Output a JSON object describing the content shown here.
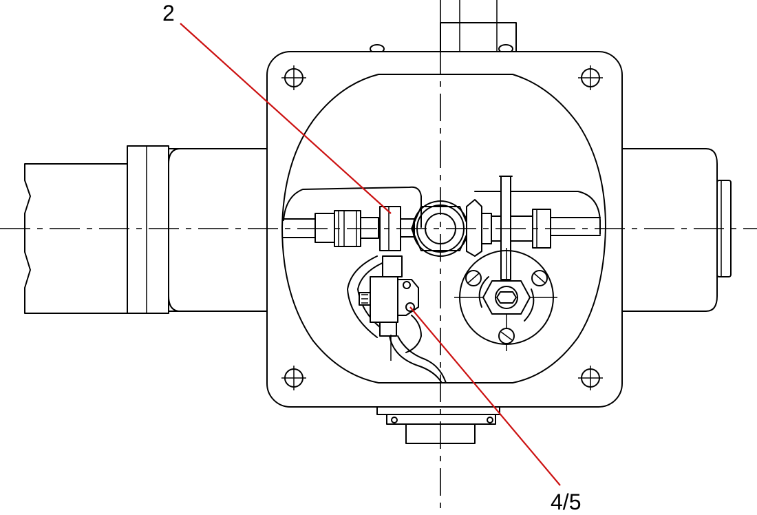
{
  "diagram": {
    "callouts": [
      {
        "id": "callout-2",
        "label": "2"
      },
      {
        "id": "callout-4-5",
        "label": "4/5"
      }
    ],
    "colors": {
      "line": "#000000",
      "leader": "#cc1111",
      "background": "#ffffff"
    }
  }
}
